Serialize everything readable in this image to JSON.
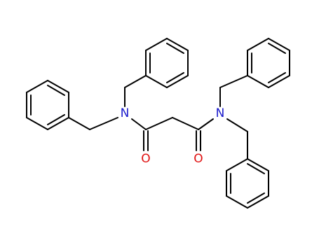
{
  "molecule": {
    "atoms": {
      "n_left": "N",
      "n_right": "N",
      "o_left": "O",
      "o_right": "O"
    },
    "colors": {
      "bond": "#000000",
      "nitrogen": "#1a1acc",
      "oxygen": "#e01010"
    }
  }
}
